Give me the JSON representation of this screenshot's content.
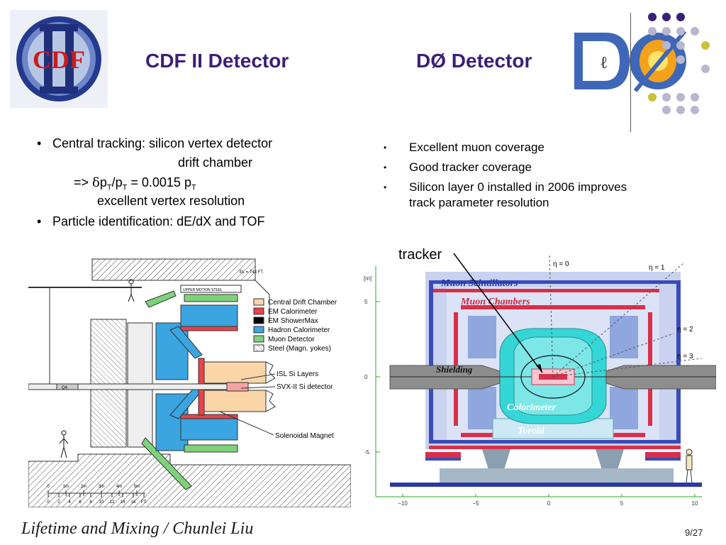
{
  "slide": {
    "title_left": "CDF II Detector",
    "title_right": "DØ Detector",
    "footer": "Lifetime and Mixing / Chunlei Liu",
    "page_number": "9/27",
    "accent_color": "#3b1f78"
  },
  "logos": {
    "cdf_text": "CDF",
    "cdf_numeral": "II"
  },
  "left_bullets": {
    "b1": "Central tracking:  silicon vertex detector",
    "b1_cont": "drift chamber",
    "formula_prefix": "=> ",
    "formula_delta": "δ",
    "formula_p": "p",
    "formula_T": "T",
    "formula_slash": "/p",
    "formula_eq": " = 0.0015 p",
    "formula_end_T": "T",
    "b1_res": "excellent vertex resolution",
    "b2": "Particle identification: dE/dX and TOF"
  },
  "right_bullets": {
    "b1": "Excellent muon coverage",
    "b2": "Good tracker coverage",
    "b3_line1": "Silicon layer 0 installed in 2006 improves",
    "b3_line2": "track parameter resolution"
  },
  "cdf_figure": {
    "legend": [
      {
        "label": "Central Drift Chamber",
        "color": "#f9d5a8"
      },
      {
        "label": "EM Calorimeter",
        "color": "#e8424b"
      },
      {
        "label": "EM ShowerMax",
        "color": "#000000"
      },
      {
        "label": "Hadron Calorimeter",
        "color": "#3aa5e0"
      },
      {
        "label": "Muon Detector",
        "color": "#7ed37a"
      },
      {
        "label": "Steel (Magn. yokes)",
        "color": "#ffffff"
      }
    ],
    "callouts": {
      "isl": "ISL Si Layers",
      "svx": "SVX-II Si detector",
      "solenoid": "Solenoidal Magnet"
    },
    "small_labels": {
      "el": "EL = 743 FT.",
      "upper": "UPPER MOTION STEEL",
      "q4": "Q4"
    },
    "scale_m": [
      "0",
      "1m",
      "2m",
      "3m",
      "4m",
      "5m"
    ],
    "scale_ft": [
      "0",
      "2",
      "4",
      "6",
      "8",
      "10",
      "12",
      "14",
      "16",
      "FT."
    ]
  },
  "d0_figure": {
    "tracker_label": "tracker",
    "muon_scint": "Muon Scintillators",
    "muon_chambers": "Muon Chambers",
    "shielding": "Shielding",
    "calorimeter": "Calorimeter",
    "toroid": "Toroid",
    "eta": [
      "η = 0",
      "η = 1",
      "η = 2",
      "η = 3"
    ],
    "y_unit": "[m]",
    "y_ticks": [
      "5",
      "0",
      "-5"
    ],
    "x_ticks": [
      "−10",
      "−5",
      "0",
      "5",
      "10"
    ]
  }
}
